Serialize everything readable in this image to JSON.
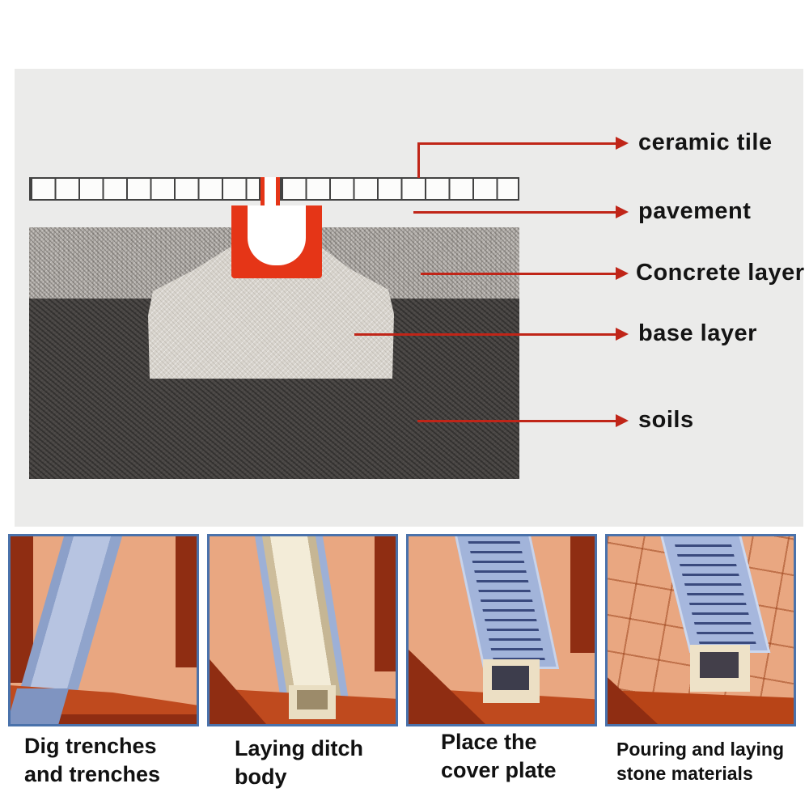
{
  "cross_section": {
    "labels": [
      {
        "id": "ceramic-tile",
        "text": "ceramic tile"
      },
      {
        "id": "pavement",
        "text": "pavement"
      },
      {
        "id": "concrete-layer",
        "text": "Concrete layer"
      },
      {
        "id": "base-layer",
        "text": "base layer"
      },
      {
        "id": "soils",
        "text": "soils"
      }
    ]
  },
  "steps": [
    {
      "caption_line1": "Dig trenches",
      "caption_line2": "and trenches"
    },
    {
      "caption_line1": "Laying ditch",
      "caption_line2": "body"
    },
    {
      "caption_line1": "Place the",
      "caption_line2": "cover plate"
    },
    {
      "caption_line1": "Pouring and laying",
      "caption_line2": "stone materials"
    }
  ],
  "colors": {
    "arrow_red": "#c02518",
    "drain_red": "#e53517",
    "soil_dark": "#494644",
    "concrete_gray": "#b2aea9",
    "base_light": "#d8d4cd",
    "panel_border": "#4a72ab",
    "ground_peach": "#e9a781",
    "trench_blue": "#a9b8d8",
    "cover_blue": "#a2b4da",
    "channel_cream": "#f3ecd8",
    "front_face_orange": "#bf4a1e",
    "maroon": "#8f2d12",
    "background_gray": "#ebebea"
  }
}
